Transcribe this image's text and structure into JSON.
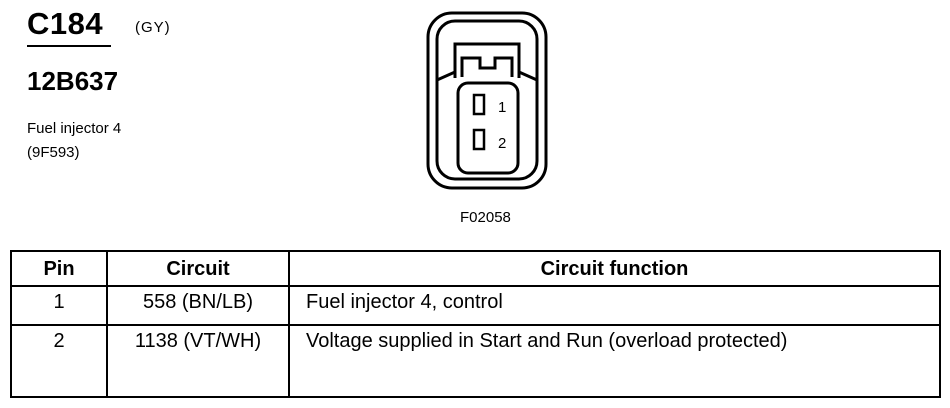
{
  "connector": {
    "id": "C184",
    "color": "(GY)",
    "part_number": "12B637",
    "description_line1": "Fuel injector 4",
    "description_line2": "(9F593)",
    "figure_id": "F02058",
    "pin_labels": [
      "1",
      "2"
    ]
  },
  "table": {
    "headers": [
      "Pin",
      "Circuit",
      "Circuit function"
    ],
    "rows": [
      {
        "pin": "1",
        "circuit": "558 (BN/LB)",
        "function": "Fuel injector 4, control"
      },
      {
        "pin": "2",
        "circuit": "1138 (VT/WH)",
        "function": "Voltage supplied in Start and Run (overload protected)"
      }
    ]
  }
}
